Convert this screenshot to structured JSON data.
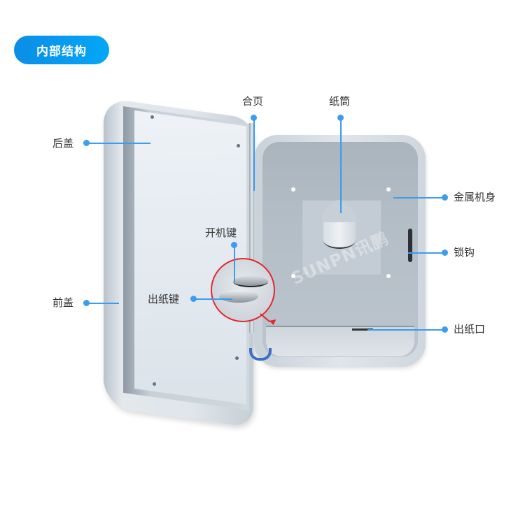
{
  "header": {
    "badge_label": "内部结构",
    "badge_gradient": [
      "#0a8ee6",
      "#04a7f6"
    ]
  },
  "product": {
    "watermark": "SUNPN讯鹏",
    "callout_color": "#3b9cf0",
    "highlight_color": "#e6262b"
  },
  "callouts": {
    "back_cover": "后盖",
    "front_cover": "前盖",
    "hinge": "合页",
    "paper_roll": "纸筒",
    "power_key": "开机键",
    "paper_feed_key": "出纸键",
    "metal_body": "金属机身",
    "lock_hook": "锁钩",
    "paper_outlet": "出纸口"
  }
}
